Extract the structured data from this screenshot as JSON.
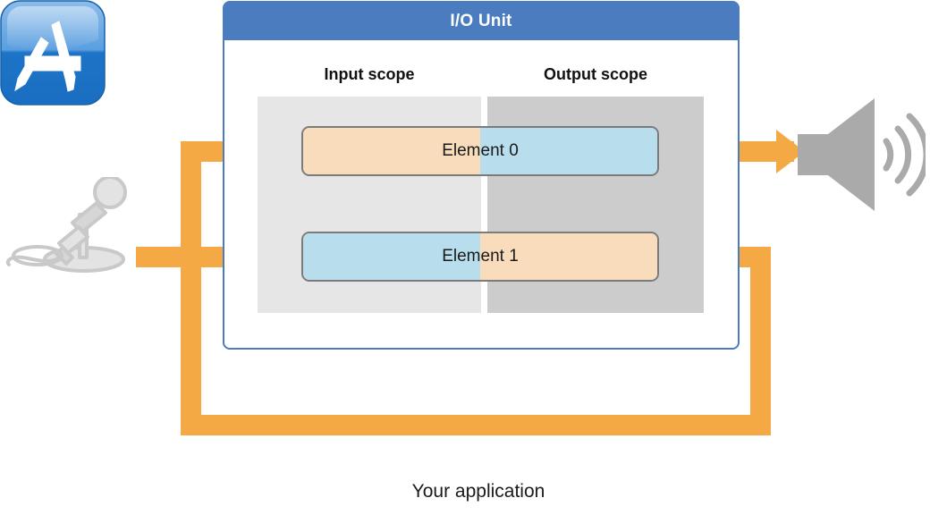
{
  "diagram": {
    "title": "I/O Unit",
    "type": "audio-unit-io-block-diagram",
    "unit": {
      "title": "I/O Unit",
      "header_color": "#4a7cbf",
      "border_color": "#4a7cbf",
      "scopes": [
        {
          "id": "input-scope",
          "label": "Input scope",
          "bg_color": "#e6e6e6"
        },
        {
          "id": "output-scope",
          "label": "Output scope",
          "bg_color": "#cccccc"
        }
      ],
      "elements": [
        {
          "id": "element-0",
          "label": "Element 0",
          "input_half_color": "#f8dcbb",
          "output_half_color": "#b8deee",
          "left_half": "input",
          "right_half": "output"
        },
        {
          "id": "element-1",
          "label": "Element 1",
          "input_half_color": "#b8deee",
          "output_half_color": "#f8dcbb",
          "left_half": "output",
          "right_half": "input"
        }
      ]
    },
    "devices": [
      {
        "id": "microphone",
        "name": "microphone-icon",
        "color": "#c6c6c6",
        "side": "left"
      },
      {
        "id": "speaker",
        "name": "speaker-icon",
        "color": "#aaaaaa",
        "side": "right"
      }
    ],
    "application": {
      "caption": "Your application",
      "icon_name": "app-store-icon",
      "icon_colors": {
        "top": "#7fb3e8",
        "bottom": "#1a6fc4",
        "tools": "#ffffff"
      }
    },
    "signal_flow": {
      "color": "#f5a945",
      "paths": [
        "microphone -> Element 1 input (left half)",
        "Element 1 output (right half) -> down, across bottom, up -> Element 0 input (left half)",
        "Element 0 output (right half) -> speaker",
        "Your application sits on the bottom signal path between Element 1 output and Element 0 input"
      ]
    }
  }
}
